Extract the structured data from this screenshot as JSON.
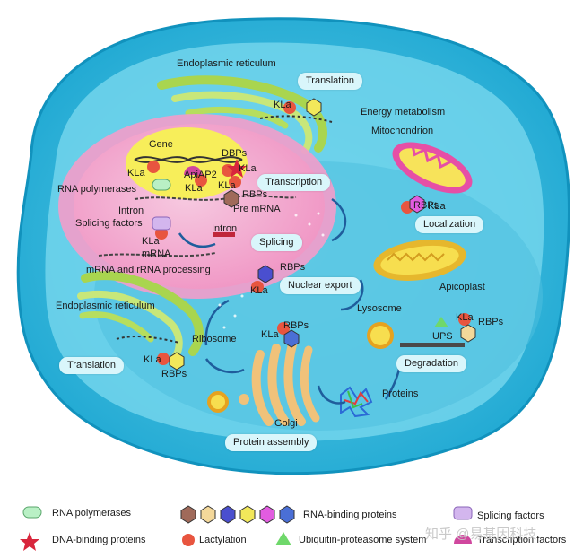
{
  "diagram": {
    "labels": {
      "er_top": "Endoplasmic reticulum",
      "er_bottom": "Endoplasmic reticulum",
      "energy": "Energy metabolism",
      "mito": "Mitochondrion",
      "gene": "Gene",
      "dbps": "DBPs",
      "apiap2": "ApiAP2",
      "rna_pol": "RNA polymerases",
      "rbps_nuc": "RBPs",
      "pre_mrna": "Pre mRNA",
      "intron1": "Intron",
      "intron2": "Intron",
      "splicing_factors": "Splicing factors",
      "mrna": "mRNA",
      "processing": "mRNA and rRNA processing",
      "rbps_export": "RBPs",
      "ribosome": "Ribosome",
      "rbps_ribo": "RBPs",
      "rbps_tl": "RBPs",
      "rbps_loc": "RBPs",
      "apicoplast": "Apicoplast",
      "lysosome": "Lysosome",
      "ups": "UPS",
      "rbps_ups": "RBPs",
      "golgi": "Golgi",
      "proteins": "Proteins"
    },
    "boxes": {
      "translation_top": "Translation",
      "transcription": "Transcription",
      "splicing": "Splicing",
      "nuclear_export": "Nuclear export",
      "localization": "Localization",
      "translation_bottom": "Translation",
      "degradation": "Degradation",
      "protein_assembly": "Protein assembly"
    },
    "kla": "KLa"
  },
  "legend": {
    "rna_polymerases": "RNA polymerases",
    "dna_binding": "DNA-binding proteins",
    "lactylation": "Lactylation",
    "rna_binding": "RNA-binding proteins",
    "ups": "Ubiquitin-proteasome system",
    "splicing_factors": "Splicing factors",
    "transcription_factors": "Transcription factors"
  },
  "watermark": "知乎 @易基因科技",
  "colors": {
    "cell_outer": "#2cb3d9",
    "cytoplasm": "#6fd3ea",
    "inner_cyto": "#4bbfdf",
    "nucleus": "#f4b6d6",
    "nucleolus": "#f7ee5a",
    "lactylation": "#e8553f",
    "er": "#b6de5e",
    "golgi": "#f0c27a",
    "apicoplast": "#f4d23b",
    "mito": "#e64fa6",
    "box": "#d9f6fb"
  }
}
